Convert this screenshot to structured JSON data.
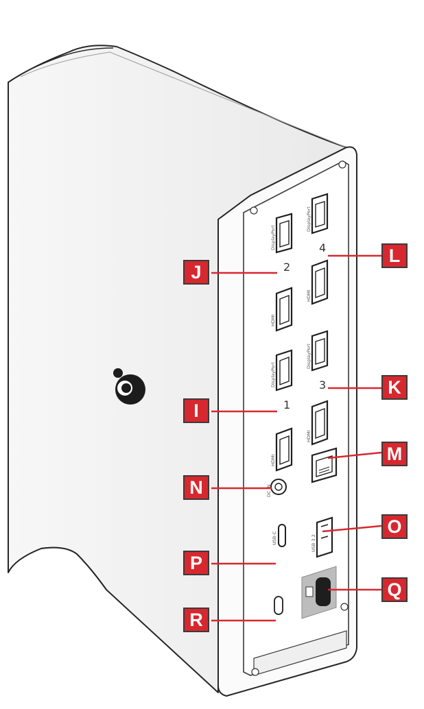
{
  "callouts": {
    "J": "J",
    "L": "L",
    "I": "I",
    "K": "K",
    "M": "M",
    "N": "N",
    "O": "O",
    "P": "P",
    "Q": "Q",
    "R": "R"
  },
  "port_numbers": {
    "group1": "1",
    "group2": "2",
    "group3": "3",
    "group4": "4"
  },
  "port_text": {
    "displayport": "DisplayPort",
    "hdmi": "HDMI",
    "usb_a": "USB 3.2",
    "usb_c": "USB-C",
    "power": "DC IN"
  },
  "colors": {
    "callout_fill": "#d7282f",
    "leader_line": "#d7282f",
    "outline": "#3a3a3a"
  }
}
